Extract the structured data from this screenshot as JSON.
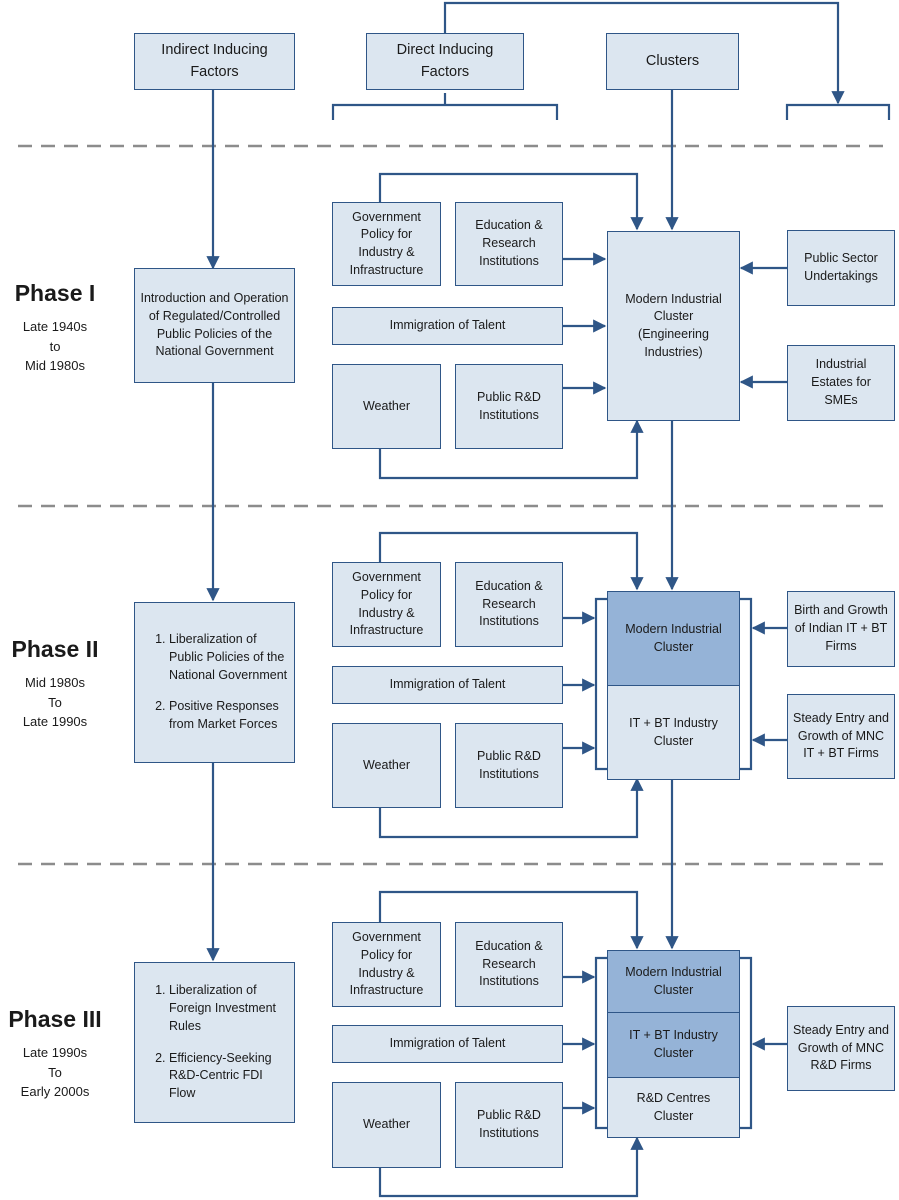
{
  "header": {
    "indirect": "Indirect Inducing Factors",
    "direct": "Direct Inducing Factors",
    "clusters": "Clusters"
  },
  "colors": {
    "stroke": "#2f5687",
    "fill": "#dce6f0",
    "fill_dark": "#95b3d7",
    "dash": "#8c8c8c"
  },
  "phases": [
    {
      "title": "Phase I",
      "period": [
        "Late 1940s",
        "to",
        "Mid 1980s"
      ],
      "indirect": [
        "Introduction and Operation of Regulated/Controlled Public Policies of the National Government"
      ],
      "direct": {
        "govt": "Government Policy for Industry & Infrastructure",
        "edu": "Education & Research Institutions",
        "talent": "Immigration of Talent",
        "weather": "Weather",
        "rnd": "Public R&D Institutions"
      },
      "clusters": [
        "Modern Industrial Cluster (Engineering Industries)"
      ],
      "external": [
        "Public Sector Undertakings",
        "Industrial Estates for SMEs"
      ]
    },
    {
      "title": "Phase II",
      "period": [
        "Mid 1980s",
        "To",
        "Late 1990s"
      ],
      "indirect": [
        "Liberalization of Public Policies of the National Government",
        "Positive Responses from Market Forces"
      ],
      "direct": {
        "govt": "Government Policy for Industry & Infrastructure",
        "edu": "Education & Research Institutions",
        "talent": "Immigration of Talent",
        "weather": "Weather",
        "rnd": "Public R&D Institutions"
      },
      "clusters": [
        "Modern Industrial Cluster",
        "IT + BT Industry Cluster"
      ],
      "external": [
        "Birth and Growth of Indian IT + BT Firms",
        "Steady Entry and Growth of MNC IT + BT Firms"
      ]
    },
    {
      "title": "Phase III",
      "period": [
        "Late 1990s",
        "To",
        "Early 2000s"
      ],
      "indirect": [
        "Liberalization of Foreign Investment Rules",
        "Efficiency-Seeking R&D-Centric FDI Flow"
      ],
      "direct": {
        "govt": "Government Policy for Industry & Infrastructure",
        "edu": "Education & Research Institutions",
        "talent": "Immigration of Talent",
        "weather": "Weather",
        "rnd": "Public R&D Institutions"
      },
      "clusters": [
        "Modern Industrial Cluster",
        "IT + BT Industry Cluster",
        "R&D Centres Cluster"
      ],
      "external": [
        "Steady Entry and Growth of MNC R&D Firms"
      ]
    }
  ]
}
